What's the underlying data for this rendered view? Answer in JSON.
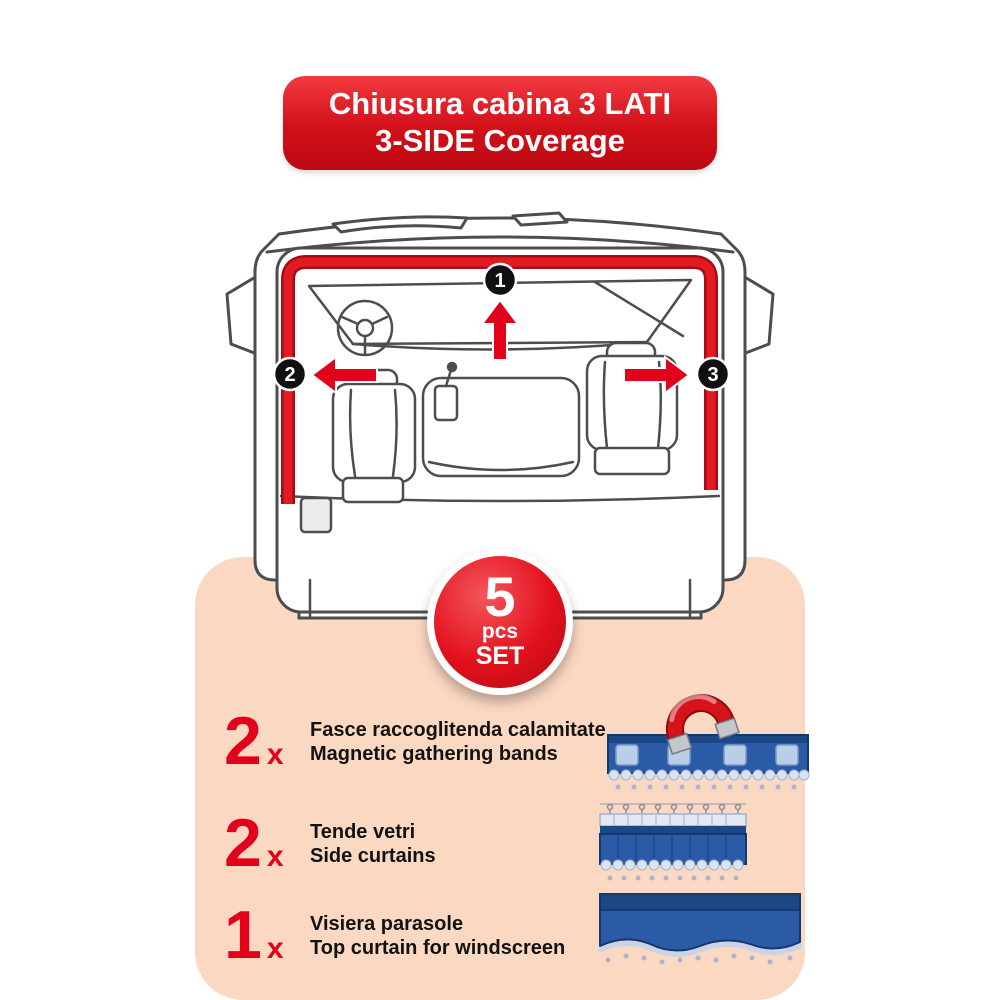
{
  "banner": {
    "line1": "Chiusura cabina 3 LATI",
    "line2": "3-SIDE Coverage"
  },
  "diagram": {
    "markers": [
      "1",
      "2",
      "3"
    ]
  },
  "badge": {
    "qty": "5",
    "unit": "pcs",
    "label": "SET"
  },
  "items": [
    {
      "qty": "2",
      "mult": "x",
      "name_it": "Fasce raccoglitenda calamitate",
      "name_en": "Magnetic gathering bands",
      "icon": "magnetic-band-illustration"
    },
    {
      "qty": "2",
      "mult": "x",
      "name_it": "Tende vetri",
      "name_en": "Side curtains",
      "icon": "side-curtain-illustration"
    },
    {
      "qty": "1",
      "mult": "x",
      "name_it": "Visiera parasole",
      "name_en": "Top curtain for windscreen",
      "icon": "windscreen-curtain-illustration"
    }
  ],
  "colors": {
    "red": "#e2001a",
    "peach": "#fbd8c2",
    "blue": "#2b5aa7",
    "navy": "#1b4787",
    "dark": "#121212"
  }
}
